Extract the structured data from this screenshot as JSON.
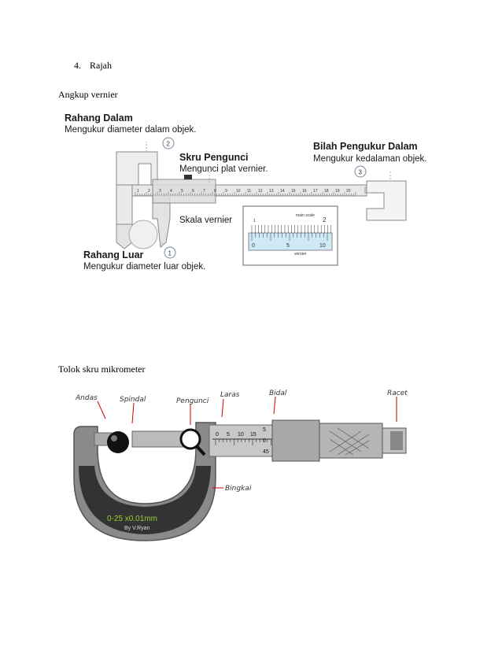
{
  "list_item": {
    "number": "4.",
    "text": "Rajah"
  },
  "section1": {
    "caption": "Angkup vernier"
  },
  "section2": {
    "caption": "Tolok skru mikrometer"
  },
  "vernier": {
    "rahang_dalam": {
      "title": "Rahang Dalam",
      "desc": "Mengukur diameter dalam objek.",
      "badge": "2"
    },
    "skru_pengunci": {
      "title": "Skru Pengunci",
      "desc": "Mengunci plat vernier."
    },
    "bilah": {
      "title": "Bilah Pengukur Dalam",
      "desc": "Mengukur  kedalaman objek.",
      "badge": "3"
    },
    "skala_vernier": "Skala vernier",
    "rahang_luar": {
      "title": "Rahang Luar",
      "desc": "Mengukur diameter luar objek.",
      "badge": "1"
    },
    "main_scale_ticks": [
      "1",
      "2",
      "3",
      "4",
      "5",
      "6",
      "7",
      "8",
      "9",
      "10",
      "11",
      "12",
      "13",
      "14",
      "15",
      "16",
      "17",
      "18",
      "19",
      "20"
    ],
    "inset": {
      "top_left": "1",
      "top_right": "2",
      "bottom_left": "0",
      "bottom_mid": "5",
      "bottom_right": "10",
      "main_label": "main scale",
      "vernier_label": "vernier"
    }
  },
  "micrometer": {
    "labels": {
      "andas": "Andas",
      "spindal": "Spindal",
      "pengunci": "Pengunci",
      "laras": "Laras",
      "bidal": "Bidal",
      "racet": "Racet",
      "bingkai": "Bingkai"
    },
    "sleeve_scale": [
      "0",
      "5",
      "10",
      "15"
    ],
    "thimble_scale": [
      "5",
      "0",
      "45"
    ],
    "frame_text": "0-25 x0.01mm",
    "frame_author": "By V.Ryan"
  },
  "colors": {
    "text": "#1a1a1a",
    "frame_green": "#9acd32",
    "frame_grey": "#8a8a8a",
    "inset_blue": "#cfe9f7"
  }
}
